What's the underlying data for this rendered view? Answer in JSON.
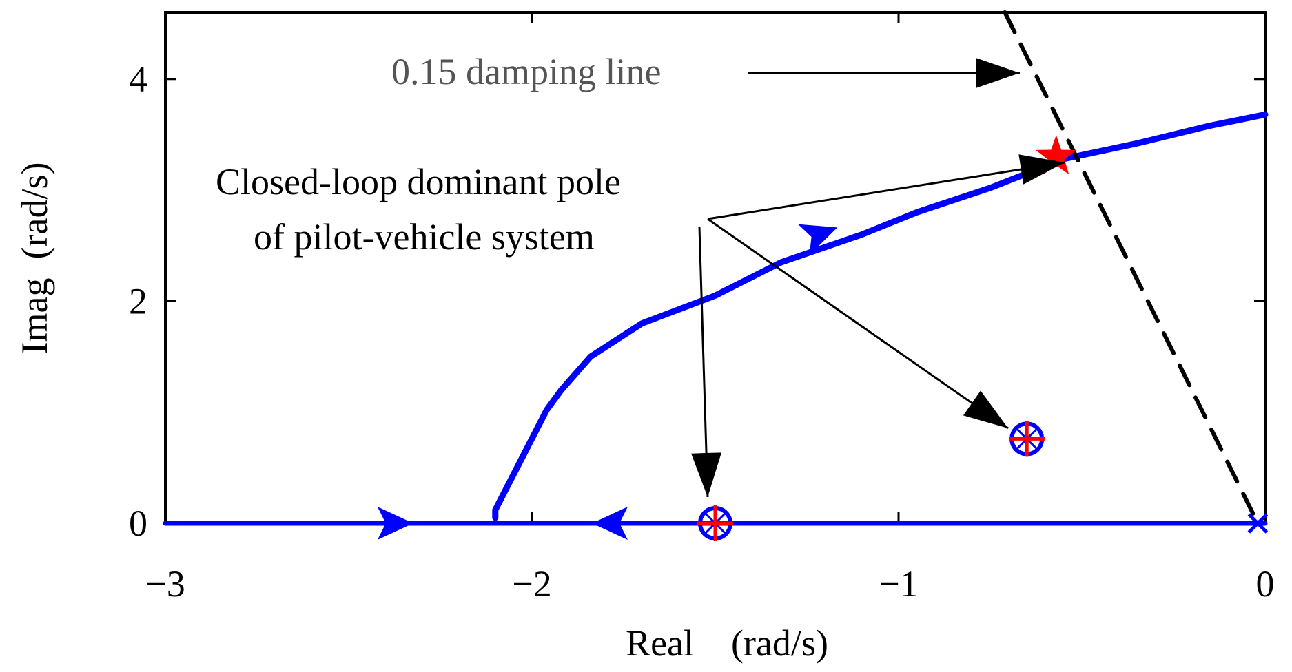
{
  "chart_data": {
    "type": "line",
    "title": "",
    "xlabel": "Real    (rad/s)",
    "ylabel": "Imag  (rad/s)",
    "xlim": [
      -3,
      0
    ],
    "ylim": [
      0,
      4.6
    ],
    "xticks": [
      -3,
      -2,
      -1,
      0
    ],
    "xtick_labels": [
      "−3",
      "−2",
      "−1",
      "0"
    ],
    "yticks": [
      0,
      2,
      4
    ],
    "ytick_labels": [
      "0",
      "2",
      "4"
    ],
    "grid": false,
    "colors": {
      "locus": "#0000ff",
      "marker": "#ff0000",
      "damping": "#000000",
      "annotation": "#000000",
      "annotation_gray": "#555555"
    },
    "series": [
      {
        "style": "solid",
        "x": [
          -3.0,
          -2.1
        ],
        "y": [
          0,
          0
        ]
      },
      {
        "style": "solid",
        "x": [
          -2.1,
          -1.5
        ],
        "y": [
          0,
          0
        ]
      },
      {
        "style": "solid",
        "x": [
          -1.5,
          0.0
        ],
        "y": [
          0,
          0
        ]
      },
      {
        "style": "solid",
        "x": [
          -2.1,
          -2.1,
          -1.96,
          -1.92,
          -1.84,
          -1.7,
          -1.5,
          -1.32,
          -1.1,
          -0.95,
          -0.75,
          -0.55,
          -0.35,
          -0.15,
          0.0
        ],
        "y": [
          0.05,
          0.12,
          1.02,
          1.2,
          1.5,
          1.8,
          2.05,
          2.35,
          2.6,
          2.8,
          3.02,
          3.28,
          3.42,
          3.58,
          3.68
        ]
      },
      {
        "style": "dashed",
        "x": [
          -0.71,
          -0.02
        ],
        "y": [
          4.6,
          0.0
        ]
      }
    ],
    "arrowheads": [
      {
        "x": -2.38,
        "y": 0,
        "dir": "right"
      },
      {
        "x": -1.78,
        "y": 0,
        "dir": "left"
      },
      {
        "x": -1.22,
        "y": 2.6,
        "dir": "up-right"
      }
    ],
    "markers": [
      {
        "type": "star",
        "x": -0.57,
        "y": 3.3
      },
      {
        "type": "circle-plus",
        "x": -1.5,
        "y": 0.0
      },
      {
        "type": "circle-plus",
        "x": -0.65,
        "y": 0.76
      },
      {
        "type": "x",
        "x": -0.02,
        "y": 0.0
      }
    ],
    "annotations": [
      {
        "text": "0.15 damping line",
        "color": "gray"
      },
      {
        "text": "Closed-loop dominant pole"
      },
      {
        "text": "of pilot-vehicle system"
      }
    ]
  }
}
